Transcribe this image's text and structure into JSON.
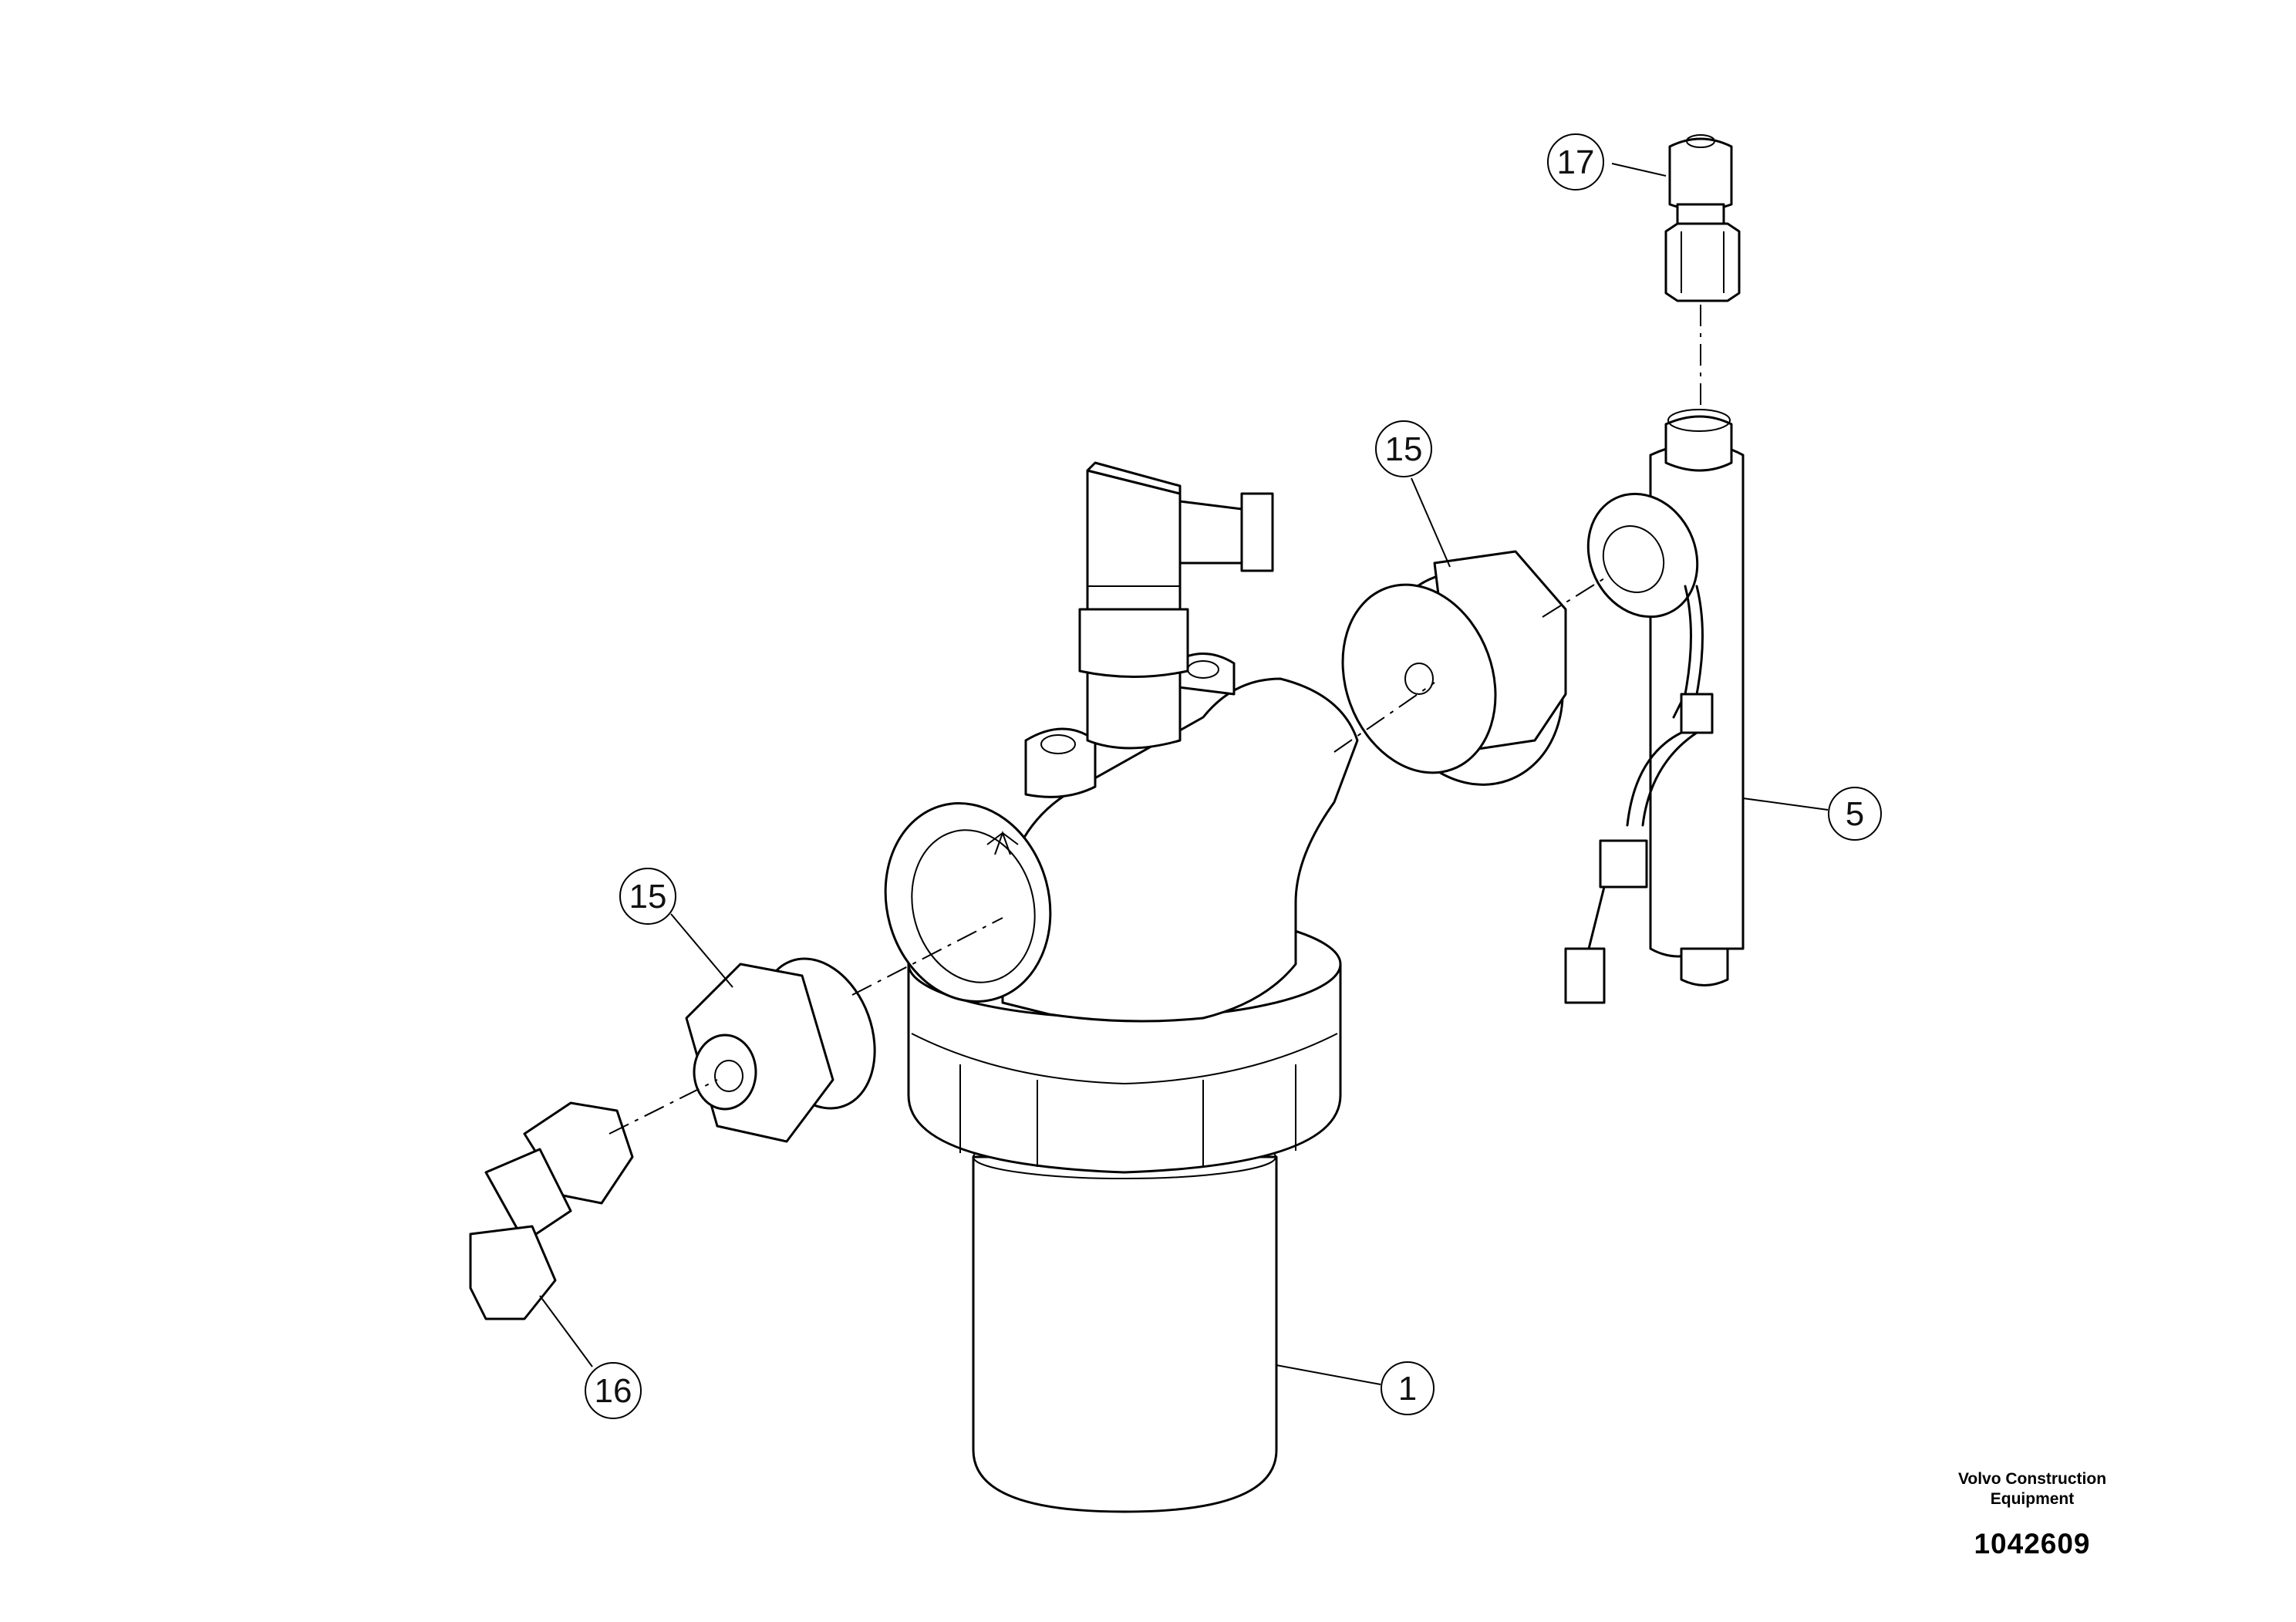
{
  "callouts": [
    {
      "id": "1",
      "label": "1"
    },
    {
      "id": "5",
      "label": "5"
    },
    {
      "id": "15a",
      "label": "15"
    },
    {
      "id": "15b",
      "label": "15"
    },
    {
      "id": "16",
      "label": "16"
    },
    {
      "id": "17",
      "label": "17"
    }
  ],
  "footer": {
    "maker_line1": "Volvo Construction",
    "maker_line2": "Equipment",
    "drawing_number": "1042609"
  }
}
